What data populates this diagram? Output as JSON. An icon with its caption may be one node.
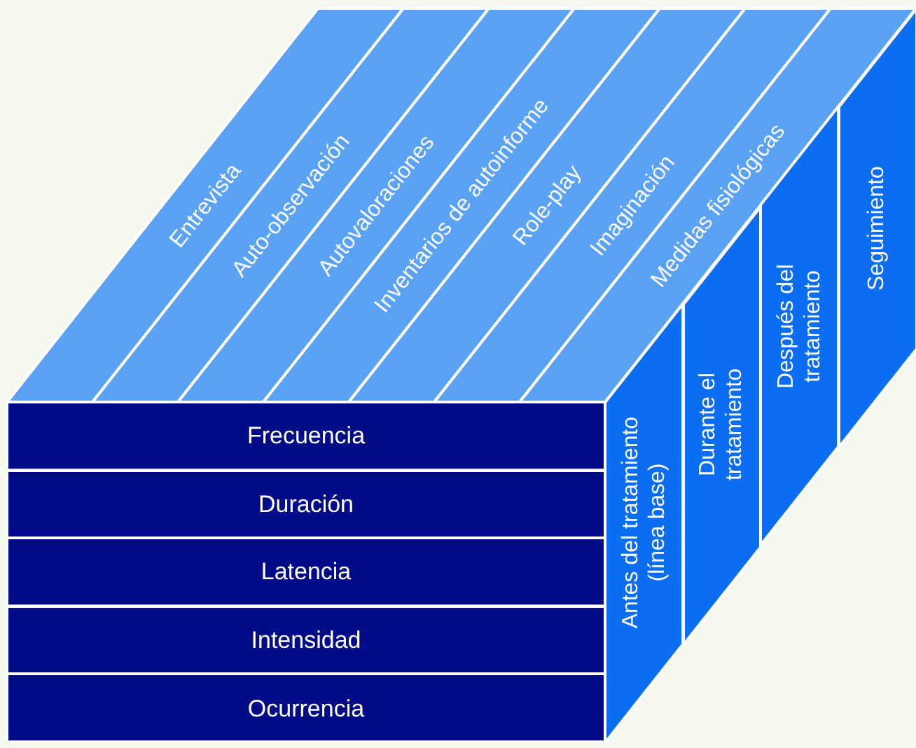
{
  "diagram": {
    "nodes": [
      {
        "text": [
          "Entrevista"
        ]
      },
      {
        "text": [
          "Auto-observación"
        ]
      },
      {
        "text": [
          "Autovaloraciones"
        ]
      },
      {
        "text": [
          "Inventarios de autoinforme"
        ]
      },
      {
        "text": [
          "Role-play"
        ]
      },
      {
        "text": [
          "Imaginación"
        ]
      },
      {
        "text": [
          "Medidas fisiológicas"
        ]
      },
      {
        "text": [
          "Frecuencia"
        ]
      },
      {
        "text": [
          "Duración"
        ]
      },
      {
        "text": [
          "Latencia"
        ]
      },
      {
        "text": [
          "Intensidad"
        ]
      },
      {
        "text": [
          "Ocurrencia"
        ]
      },
      {
        "text": [
          "Antes del tratamiento (línea base)"
        ]
      },
      {
        "text": [
          "Durante el tratamiento"
        ]
      },
      {
        "text": [
          "Después del tratamiento"
        ]
      },
      {
        "text": [
          "Seguimiento"
        ]
      }
    ]
  }
}
